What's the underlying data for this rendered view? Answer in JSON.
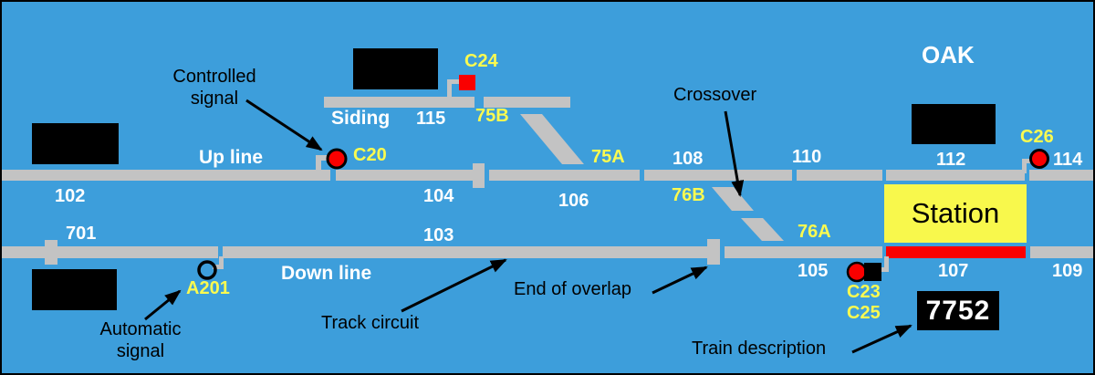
{
  "region_name": "OAK",
  "station": {
    "name_label": "Station",
    "train_description": "7752"
  },
  "lines": {
    "up_label": "Up line",
    "down_label": "Down line",
    "siding_label": "Siding"
  },
  "signals": {
    "c20": "C20",
    "c24": "C24",
    "c26": "C26",
    "c23": "C23",
    "c25": "C25",
    "a201": "A201"
  },
  "points": {
    "p75a": "75A",
    "p75b": "75B",
    "p76a": "76A",
    "p76b": "76B"
  },
  "track_circuits": {
    "up": [
      "102",
      "104",
      "106",
      "108",
      "110",
      "112",
      "114"
    ],
    "down": [
      "701",
      "103",
      "105",
      "107",
      "109"
    ],
    "siding": [
      "115"
    ]
  },
  "annotations": {
    "controlled_signal": "Controlled signal",
    "crossover": "Crossover",
    "end_of_overlap": "End of overlap",
    "track_circuit": "Track circuit",
    "automatic_signal": "Automatic signal",
    "train_description": "Train description"
  },
  "colors": {
    "background": "#3D9EDB",
    "track_gray": "#C3C3C3",
    "signal_red": "#FA0000",
    "occupied_red": "#FA0000",
    "station_yellow": "#F8F84C",
    "label_yellow": "#FAFA50",
    "label_white": "#FFFFFF",
    "annotation_black": "#000000"
  }
}
